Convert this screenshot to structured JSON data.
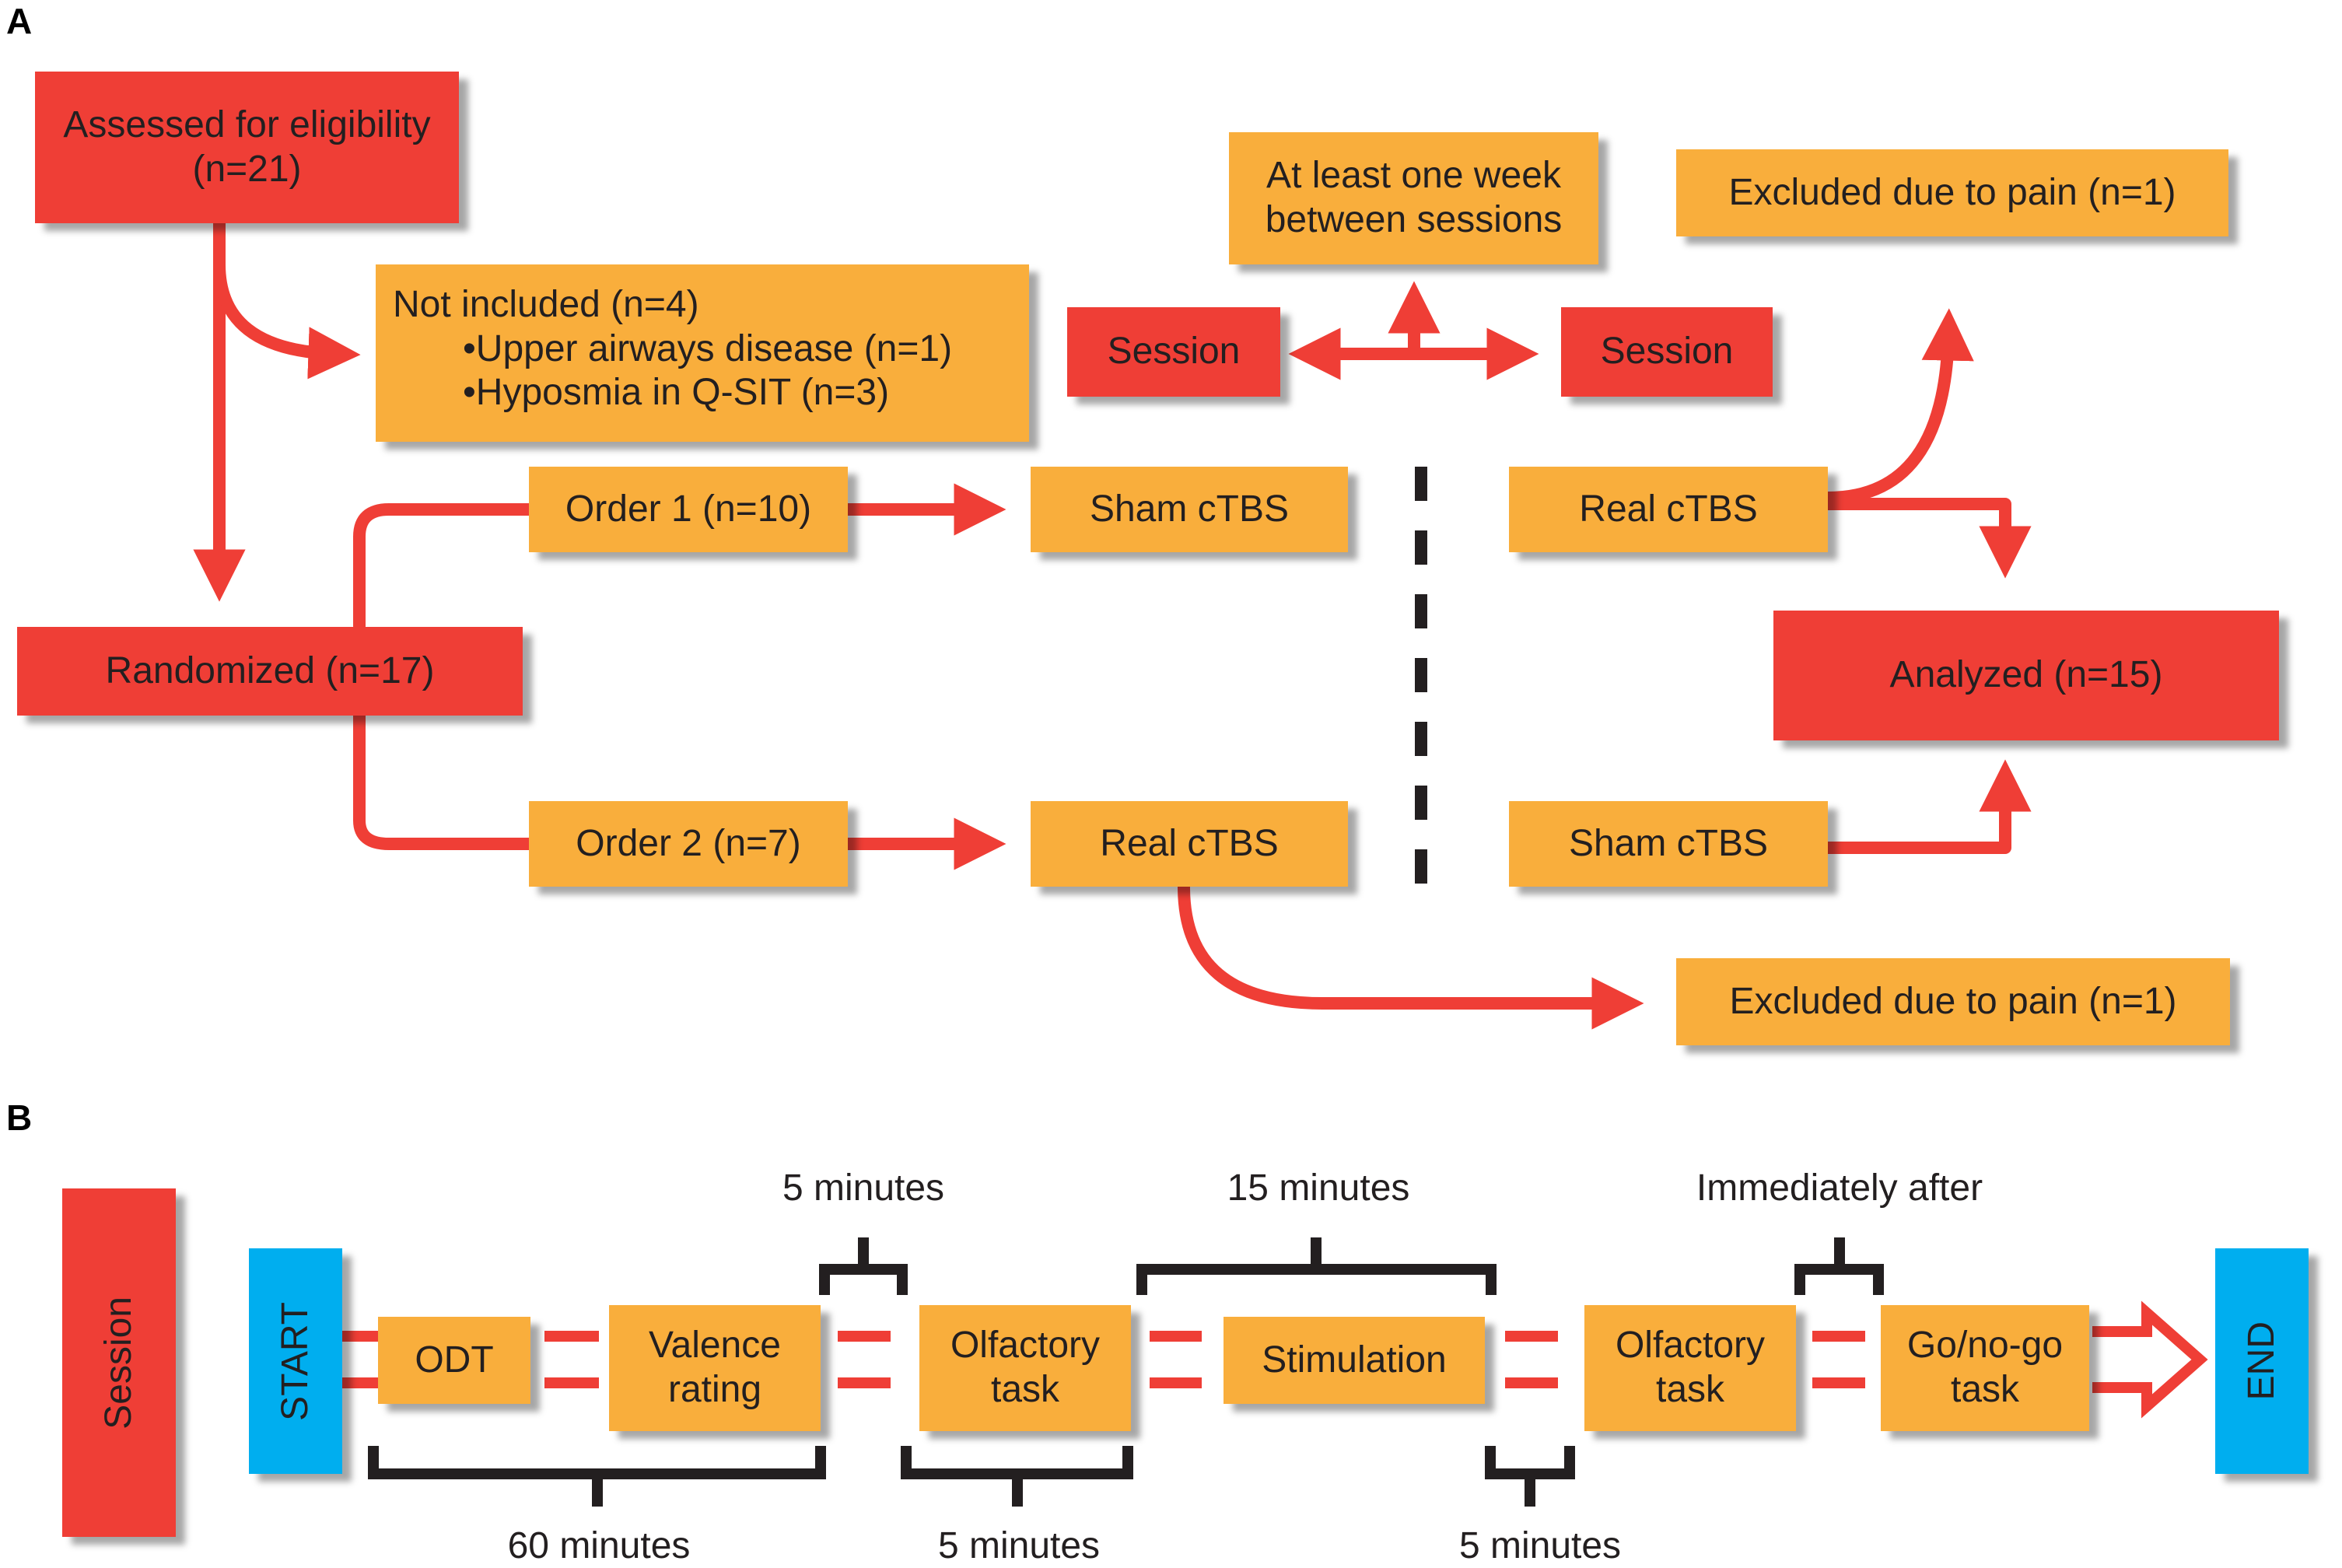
{
  "panel_a": {
    "label": "A",
    "assessed": "Assessed for eligibility (n=21)",
    "not_included": {
      "title": "Not included (n=4)",
      "items": [
        "•Upper airways disease (n=1)",
        "•Hyposmia in Q-SIT (n=3)"
      ]
    },
    "randomized": "Randomized (n=17)",
    "order1": "Order 1 (n=10)",
    "order2": "Order 2 (n=7)",
    "sham_top": "Sham cTBS",
    "real_top": "Real cTBS",
    "real_bottom": "Real cTBS",
    "sham_bottom": "Sham cTBS",
    "session_left": "Session",
    "session_right": "Session",
    "week_gap": "At least one week between sessions",
    "excluded_top": "Excluded due to pain (n=1)",
    "excluded_bottom": "Excluded due to pain (n=1)",
    "analyzed": "Analyzed (n=15)"
  },
  "panel_b": {
    "label": "B",
    "session": "Session",
    "start": "START",
    "end": "END",
    "steps": [
      "ODT",
      "Valence rating",
      "Olfactory task",
      "Stimulation",
      "Olfactory task",
      "Go/no-go task"
    ],
    "durations_top": [
      "5 minutes",
      "15 minutes",
      "Immediately after"
    ],
    "durations_bottom": [
      "60 minutes",
      "5 minutes",
      "5 minutes"
    ]
  },
  "colors": {
    "red": "#ef3e36",
    "orange": "#f9ae3c",
    "blue": "#00aeef",
    "bracket": "#231f20"
  }
}
